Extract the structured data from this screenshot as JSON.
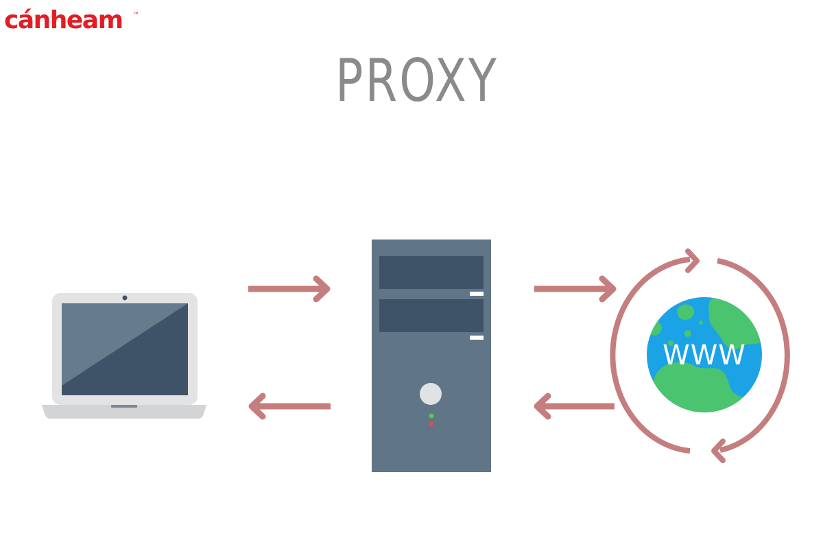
{
  "logo": {
    "text": "cánheam",
    "tm": "™"
  },
  "title": "PROXY",
  "internet": {
    "label": "WWW"
  },
  "colors": {
    "arrow": "#c47e7e",
    "server_body": "#607585",
    "server_bay": "#3e5368",
    "laptop_frame": "#e3e3e3",
    "laptop_screen": "#5e7385",
    "globe_ocean": "#1ba3e6",
    "globe_land": "#4ac46e",
    "logo": "#e31d24",
    "title": "#8a8a8a"
  }
}
